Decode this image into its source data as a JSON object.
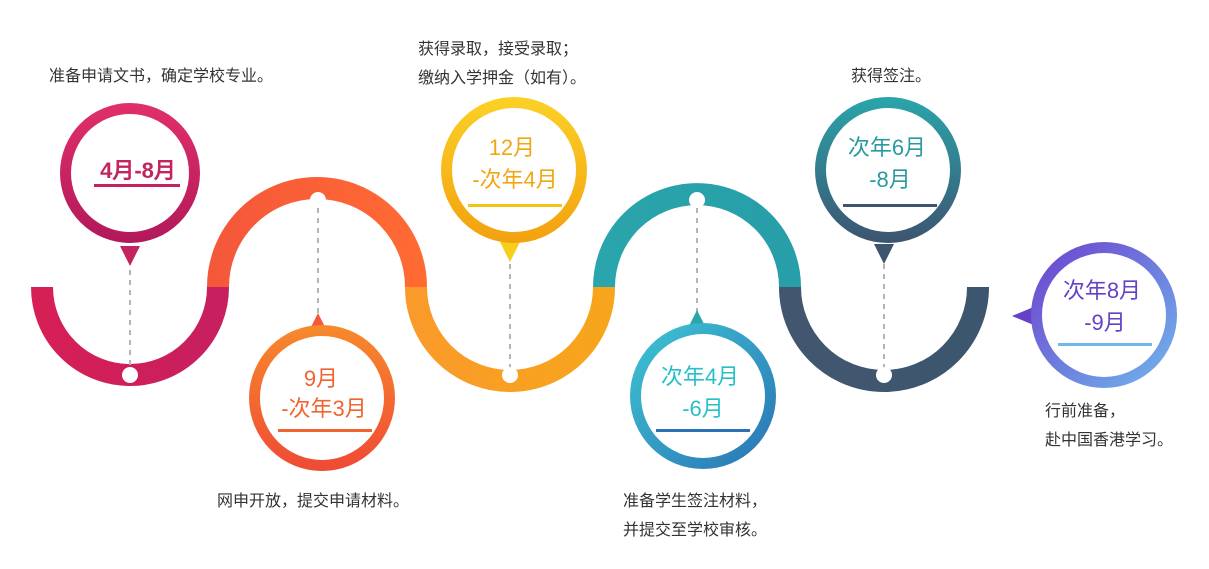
{
  "colors": {
    "magenta": "#cf1f5e",
    "red_orange": "#f25a36",
    "orange": "#f7a51c",
    "teal": "#2aa5ab",
    "slate": "#3b566e",
    "purple": "#6650c8",
    "blue": "#2a72b5",
    "light_blue": "#6fb8ec",
    "dash": "#b5b5b5",
    "text": "#333333"
  },
  "milestones": [
    {
      "id": "m1",
      "label_lines": [
        "4月-8月"
      ],
      "text_color": "#c3245f",
      "bar_color": "#c3245f",
      "ring_from": "#e0306a",
      "ring_to": "#b2185a",
      "description_lines": [
        "准备申请文书，确定学校专业。"
      ]
    },
    {
      "id": "m2",
      "label_lines": [
        "9月",
        "-次年3月"
      ],
      "text_color": "#f06431",
      "bar_color": "#f06431",
      "ring_from": "#f78a2b",
      "ring_to": "#ef4a35",
      "description_lines": [
        "网申开放，提交申请材料。"
      ]
    },
    {
      "id": "m3",
      "label_lines": [
        "12月",
        "-次年4月"
      ],
      "text_color": "#f2a712",
      "bar_color": "#f2c418",
      "ring_from": "#fbd126",
      "ring_to": "#f3a10f",
      "description_lines": [
        "获得录取，接受录取；",
        "缴纳入学押金（如有）。"
      ]
    },
    {
      "id": "m4",
      "label_lines": [
        "次年4月",
        "-6月"
      ],
      "text_color": "#27c0c8",
      "bar_color": "#2a72b5",
      "ring_from": "#3ec6d3",
      "ring_to": "#2a72b5",
      "description_lines": [
        "准备学生签注材料，",
        "并提交至学校审核。"
      ]
    },
    {
      "id": "m5",
      "label_lines": [
        "次年6月",
        "-8月"
      ],
      "text_color": "#2a9aa2",
      "bar_color": "#3b566e",
      "ring_from": "#2aa5ab",
      "ring_to": "#3d5470",
      "description_lines": [
        "获得签注。"
      ]
    },
    {
      "id": "m6",
      "label_lines": [
        "次年8月",
        "-9月"
      ],
      "text_color": "#6640c6",
      "bar_color": "#6fb8ec",
      "ring_from": "#6e3fcf",
      "ring_to": "#6fb8ec",
      "description_lines": [
        "行前准备，",
        "赴中国香港学习。"
      ]
    }
  ]
}
